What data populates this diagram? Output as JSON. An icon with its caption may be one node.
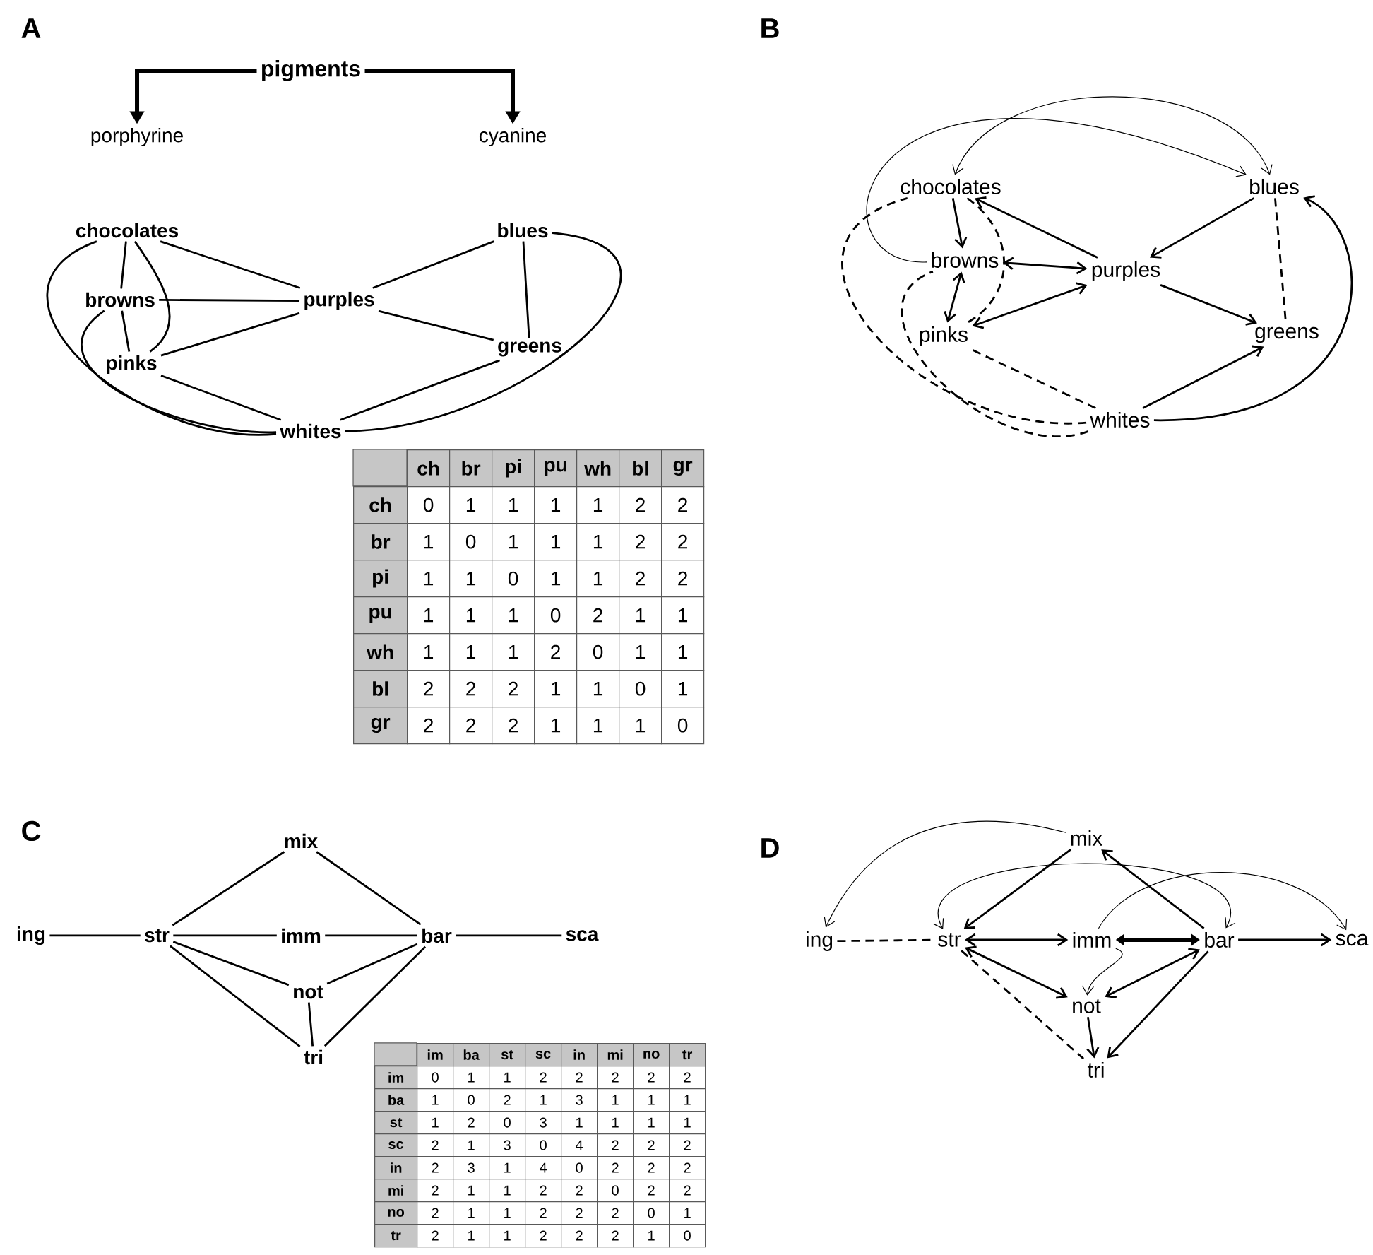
{
  "diagram": {
    "nodes": [
      {
        "text": [
          "pigments"
        ]
      },
      {
        "text": [
          "porphyrine"
        ]
      },
      {
        "text": [
          "cyanine"
        ]
      },
      {
        "text": [
          "chocolates"
        ]
      },
      {
        "text": [
          "browns"
        ]
      },
      {
        "text": [
          "pinks"
        ]
      },
      {
        "text": [
          "purples"
        ]
      },
      {
        "text": [
          "blues"
        ]
      },
      {
        "text": [
          "greens"
        ]
      },
      {
        "text": [
          "whites"
        ]
      },
      {
        "text": [
          "chocolates"
        ]
      },
      {
        "text": [
          "blues"
        ]
      },
      {
        "text": [
          "browns"
        ]
      },
      {
        "text": [
          "purples"
        ]
      },
      {
        "text": [
          "pinks"
        ]
      },
      {
        "text": [
          "greens"
        ]
      },
      {
        "text": [
          "whites"
        ]
      },
      {
        "text": [
          "mix"
        ]
      },
      {
        "text": [
          "ing"
        ]
      },
      {
        "text": [
          "str"
        ]
      },
      {
        "text": [
          "imm"
        ]
      },
      {
        "text": [
          "bar"
        ]
      },
      {
        "text": [
          "sca"
        ]
      },
      {
        "text": [
          "not"
        ]
      },
      {
        "text": [
          "tri"
        ]
      },
      {
        "text": [
          "mix"
        ]
      },
      {
        "text": [
          "ing"
        ]
      },
      {
        "text": [
          "str"
        ]
      },
      {
        "text": [
          "imm"
        ]
      },
      {
        "text": [
          "bar"
        ]
      },
      {
        "text": [
          "sca"
        ]
      },
      {
        "text": [
          "not"
        ]
      },
      {
        "text": [
          "tri"
        ]
      }
    ],
    "edges": [
      {
        "from": 0,
        "to": 1,
        "arrow": "to",
        "style": "thick"
      },
      {
        "from": 0,
        "to": 2,
        "arrow": "to",
        "style": "thick"
      },
      {
        "from": 3,
        "to": 4,
        "arrow": "none"
      },
      {
        "from": 4,
        "to": 5,
        "arrow": "none"
      },
      {
        "from": 3,
        "to": 5,
        "arrow": "none"
      },
      {
        "from": 3,
        "to": 6,
        "arrow": "none"
      },
      {
        "from": 4,
        "to": 6,
        "arrow": "none"
      },
      {
        "from": 5,
        "to": 6,
        "arrow": "none"
      },
      {
        "from": 5,
        "to": 9,
        "arrow": "none"
      },
      {
        "from": 3,
        "to": 9,
        "arrow": "none"
      },
      {
        "from": 4,
        "to": 9,
        "arrow": "none"
      },
      {
        "from": 6,
        "to": 7,
        "arrow": "none"
      },
      {
        "from": 6,
        "to": 8,
        "arrow": "none"
      },
      {
        "from": 7,
        "to": 8,
        "arrow": "none"
      },
      {
        "from": 8,
        "to": 9,
        "arrow": "none"
      },
      {
        "from": 7,
        "to": 9,
        "arrow": "none"
      },
      {
        "from": 10,
        "to": 12,
        "arrow": "to"
      },
      {
        "from": 12,
        "to": 14,
        "arrow": "both"
      },
      {
        "from": 12,
        "to": 13,
        "arrow": "both"
      },
      {
        "from": 14,
        "to": 13,
        "arrow": "both"
      },
      {
        "from": 13,
        "to": 10,
        "arrow": "to"
      },
      {
        "from": 11,
        "to": 13,
        "arrow": "to"
      },
      {
        "from": 13,
        "to": 15,
        "arrow": "to"
      },
      {
        "from": 11,
        "to": 15,
        "arrow": "none",
        "style": "dashed"
      },
      {
        "from": 16,
        "to": 15,
        "arrow": "to"
      },
      {
        "from": 16,
        "to": 11,
        "arrow": "to"
      },
      {
        "from": 16,
        "to": 10,
        "arrow": "none",
        "style": "dashed"
      },
      {
        "from": 16,
        "to": 12,
        "arrow": "none",
        "style": "dashed"
      },
      {
        "from": 16,
        "to": 14,
        "arrow": "none",
        "style": "dashed"
      },
      {
        "from": 10,
        "to": 14,
        "arrow": "none",
        "style": "dashed"
      },
      {
        "from": 12,
        "to": 11,
        "arrow": "to"
      },
      {
        "from": 10,
        "to": 11,
        "arrow": "both"
      },
      {
        "from": 17,
        "to": 19,
        "arrow": "none"
      },
      {
        "from": 17,
        "to": 21,
        "arrow": "none"
      },
      {
        "from": 18,
        "to": 19,
        "arrow": "none"
      },
      {
        "from": 19,
        "to": 20,
        "arrow": "none"
      },
      {
        "from": 20,
        "to": 21,
        "arrow": "none"
      },
      {
        "from": 21,
        "to": 22,
        "arrow": "none"
      },
      {
        "from": 19,
        "to": 23,
        "arrow": "none"
      },
      {
        "from": 19,
        "to": 24,
        "arrow": "none"
      },
      {
        "from": 21,
        "to": 23,
        "arrow": "none"
      },
      {
        "from": 21,
        "to": 24,
        "arrow": "none"
      },
      {
        "from": 23,
        "to": 24,
        "arrow": "none"
      },
      {
        "from": 25,
        "to": 27,
        "arrow": "to"
      },
      {
        "from": 29,
        "to": 25,
        "arrow": "to"
      },
      {
        "from": 25,
        "to": 26,
        "arrow": "to"
      },
      {
        "from": 26,
        "to": 27,
        "arrow": "none",
        "style": "dashed"
      },
      {
        "from": 27,
        "to": 28,
        "arrow": "both"
      },
      {
        "from": 28,
        "to": 29,
        "arrow": "both",
        "style": "thick"
      },
      {
        "from": 29,
        "to": 30,
        "arrow": "to"
      },
      {
        "from": 27,
        "to": 29,
        "arrow": "both"
      },
      {
        "from": 28,
        "to": 30,
        "arrow": "to"
      },
      {
        "from": 28,
        "to": 31,
        "arrow": "to"
      },
      {
        "from": 27,
        "to": 31,
        "arrow": "both"
      },
      {
        "from": 29,
        "to": 31,
        "arrow": "both"
      },
      {
        "from": 27,
        "to": 32,
        "arrow": "none",
        "style": "dashed"
      },
      {
        "from": 31,
        "to": 32,
        "arrow": "to"
      },
      {
        "from": 29,
        "to": 32,
        "arrow": "to"
      }
    ],
    "labels": [
      "A",
      "B",
      "ch",
      "br",
      "pi",
      "pu",
      "wh",
      "bl",
      "gr",
      "ch",
      "0",
      "1",
      "1",
      "1",
      "1",
      "2",
      "2",
      "br",
      "1",
      "0",
      "1",
      "1",
      "1",
      "2",
      "2",
      "pi",
      "1",
      "1",
      "0",
      "1",
      "1",
      "2",
      "2",
      "pu",
      "1",
      "1",
      "1",
      "0",
      "2",
      "1",
      "1",
      "wh",
      "1",
      "1",
      "1",
      "2",
      "0",
      "1",
      "1",
      "bl",
      "2",
      "2",
      "2",
      "1",
      "1",
      "0",
      "1",
      "gr",
      "2",
      "2",
      "2",
      "1",
      "1",
      "1",
      "0",
      "C",
      "D",
      "im",
      "ba",
      "st",
      "sc",
      "in",
      "mi",
      "no",
      "tr",
      "im",
      "0",
      "1",
      "1",
      "2",
      "2",
      "2",
      "2",
      "2",
      "ba",
      "1",
      "0",
      "2",
      "1",
      "3",
      "1",
      "1",
      "1",
      "st",
      "1",
      "2",
      "0",
      "3",
      "1",
      "1",
      "1",
      "1",
      "sc",
      "2",
      "1",
      "3",
      "0",
      "4",
      "2",
      "2",
      "2",
      "in",
      "2",
      "3",
      "1",
      "4",
      "0",
      "2",
      "2",
      "2",
      "mi",
      "2",
      "1",
      "1",
      "2",
      "2",
      "0",
      "2",
      "2",
      "no",
      "2",
      "1",
      "1",
      "2",
      "2",
      "2",
      "0",
      "1",
      "tr",
      "2",
      "1",
      "1",
      "2",
      "2",
      "2",
      "1",
      "0"
    ]
  }
}
